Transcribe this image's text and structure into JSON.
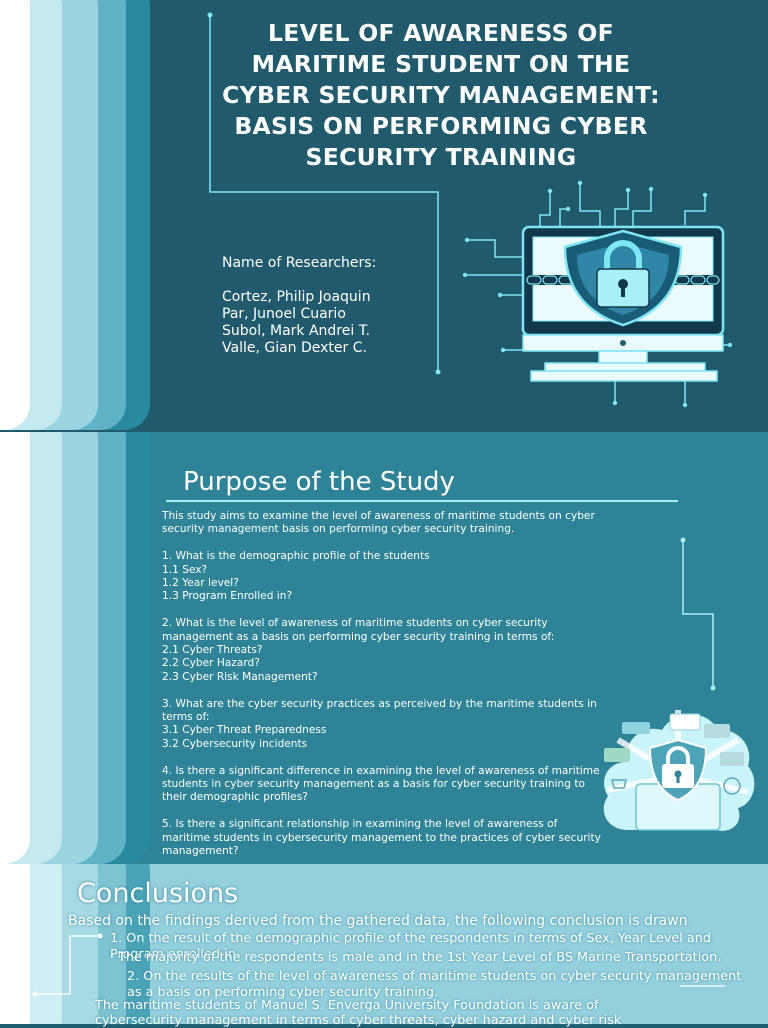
{
  "poster": {
    "title": "LEVEL OF AWARENESS OF MARITIME STUDENT ON THE CYBER SECURITY MANAGEMENT: BASIS ON PERFORMING CYBER SECURITY TRAINING",
    "researchers_heading": "Name of Researchers:",
    "researchers": [
      "Cortez, Philip Joaquin",
      "Par, Junoel Cuario",
      "Subol, Mark Andrei T.",
      "Valle, Gian Dexter C."
    ]
  },
  "purpose": {
    "heading": "Purpose of the Study",
    "intro": "This study aims to examine the level of awareness of maritime students on cyber security management basis on performing cyber security training.",
    "q1": [
      "1. What is the demographic profile of the students",
      "1.1 Sex?",
      "1.2 Year level?",
      "1.3 Program Enrolled in?"
    ],
    "q2": [
      "2. What is the level of awareness of maritime students on cyber security management as a basis on performing cyber security training in terms of:",
      "2.1 Cyber Threats?",
      "2.2 Cyber Hazard?",
      "2.3 Cyber Risk Management?"
    ],
    "q3": [
      "3. What are the cyber security practices as perceived by the maritime students in terms of:",
      "3.1 Cyber Threat Preparedness",
      "3.2 Cybersecurity incidents"
    ],
    "q4": "4. Is there a significant difference in examining the level of awareness of maritime students in cyber security management as a basis for cyber security training to their demographic profiles?",
    "q5": "5. Is there a significant relationship in examining the level of awareness of maritime students in cybersecurity management to the practices of cyber security management?"
  },
  "conclusions": {
    "heading": "Conclusions",
    "intro": "Based on the findings derived from the gathered data, the following conclusion is drawn",
    "item1": "1. On the result of the demographic profile of the respondents in terms of Sex, Year Level and Program enrolled in.",
    "item1_result": "The majority of the respondents is male and in the 1st Year Level of BS Marine Transportation.",
    "item2": "2. On the results of  the level of awareness of maritime students on cyber security management as a basis on performing cyber security training.",
    "item2_result": "The maritime students of Manuel S. Enverga University Foundation is aware of cybersecurity management in terms of cyber threats, cyber hazard and cyber risk"
  },
  "icons": [
    "locked-monitor-icon",
    "lock-cloud-icon",
    "circuit-lines"
  ],
  "colors": {
    "panel1": "#215a6c",
    "panel2": "#2e8397",
    "panel3": "#94cfdc",
    "accent": "#a8eef8"
  }
}
